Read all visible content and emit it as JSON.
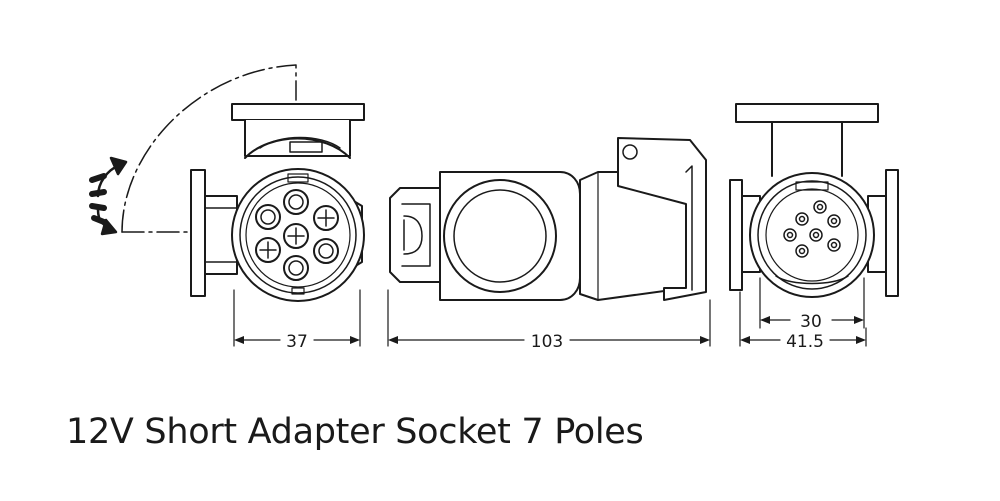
{
  "caption": "12V Short Adapter Socket 7 Poles",
  "dimensions": {
    "front_width": "37",
    "side_length": "103",
    "rear_inner": "30",
    "rear_outer": "41.5"
  },
  "colors": {
    "stroke": "#1a1a1a",
    "background": "#ffffff"
  },
  "icons": {
    "rotation": "rotate-arrows-icon"
  }
}
